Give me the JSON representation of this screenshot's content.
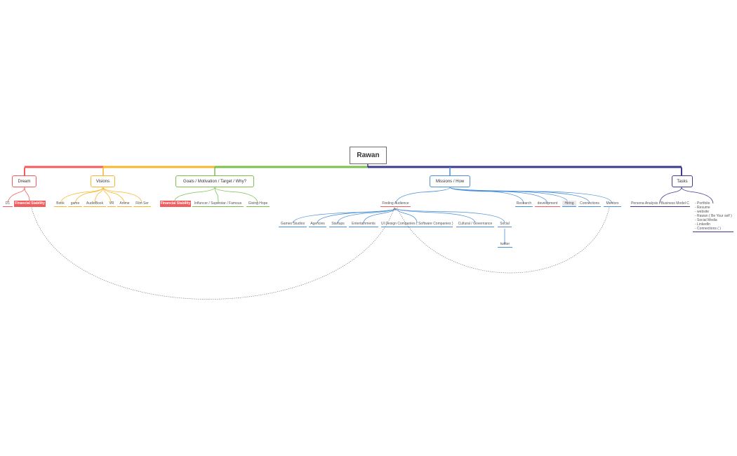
{
  "root": {
    "label": "Rawan"
  },
  "colors": {
    "dream": "#f25c5c",
    "visions": "#f7b72b",
    "goals": "#7bc04f",
    "missions": "#4a8fd9",
    "tasks": "#3d3b8e",
    "highlight_fill": "#e8e8ee",
    "root_border": "#6e6e6e"
  },
  "branches": {
    "dream": {
      "label": "Dream",
      "children": [
        "D1",
        "Financial Stability"
      ]
    },
    "visions": {
      "label": "Visions",
      "children": [
        "Book",
        "game",
        "AudioBook",
        "VR",
        "Anime",
        "Film Ser"
      ]
    },
    "goals": {
      "label": "Goals / Motivation / Target / Why?",
      "children": [
        "Financial Stability",
        "Influncer / Superstar / Famous",
        "Giving Hope"
      ]
    },
    "missions": {
      "label": "Missions / How",
      "children": [
        "Finding Audience",
        "Research",
        "development",
        "Hiring",
        "Connections",
        "Mentors"
      ],
      "audience_children": [
        "Games Studios",
        "Agencies",
        "Startups",
        "Entertainments",
        "UI Design Companies ( Software Companies )",
        "Cultural / Governance",
        "Social"
      ],
      "social_children": [
        "twitter"
      ]
    },
    "tasks": {
      "label": "Tasks",
      "children": [
        "Persona Analysis / Business Model C"
      ],
      "list": [
        "- Portfolio",
        "- Resume",
        "- website",
        "- Rawan ( Be Your self )",
        "- Social Media",
        "- LinkedIn",
        "- Connections (  )"
      ]
    }
  }
}
